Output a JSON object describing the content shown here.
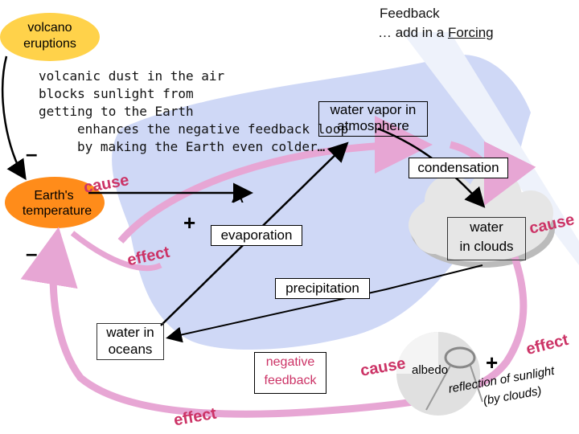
{
  "title": {
    "line1": "Feedback",
    "line2_prefix": "… add in a ",
    "line2_link": "Forcing"
  },
  "nodes": {
    "volcano": {
      "line1": "volcano",
      "line2": "eruptions"
    },
    "earth_temp": {
      "line1": "Earth's",
      "line2": "temperature"
    },
    "water_vapor": {
      "line1": "water vapor in",
      "line2": "atmosphere"
    },
    "condensation": "condensation",
    "evaporation": "evaporation",
    "water_clouds": {
      "line1": "water",
      "line2": "in clouds"
    },
    "precipitation": "precipitation",
    "water_oceans": {
      "line1": "water in",
      "line2": "oceans"
    },
    "negative_feedback": {
      "line1": "negative",
      "line2": "feedback"
    },
    "albedo": "albedo",
    "reflection": {
      "line1": "reflection of sunlight",
      "line2": "(by clouds)"
    }
  },
  "annotation": {
    "line1": "volcanic dust in the air",
    "line2": "blocks sunlight from",
    "line3": "getting to the Earth",
    "line4": "enhances the negative feedback loop",
    "line5": "by making the Earth even colder…"
  },
  "labels": {
    "cause": "cause",
    "effect": "effect",
    "plus": "+",
    "minus": "–",
    "marker_a": "A"
  },
  "colors": {
    "volcano_fill": "#ffd24a",
    "earth_fill": "#ff8c1a",
    "sea_fill": "#cfd8f6",
    "cloud_fill": "#e6e6e6",
    "loop_pink": "#e7a6d4",
    "cause_effect": "#cc3366"
  }
}
